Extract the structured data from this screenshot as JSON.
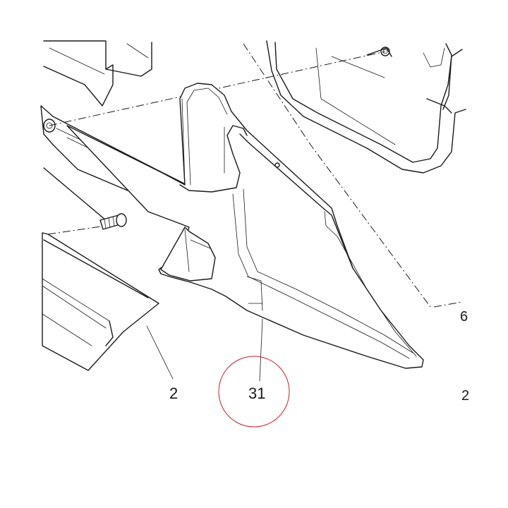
{
  "callouts": {
    "part_2": "2",
    "part_31": "31",
    "edge_top": "6",
    "edge_bottom": "2"
  },
  "highlight_color": "#c8202a",
  "line_color": "#1a1a1a"
}
